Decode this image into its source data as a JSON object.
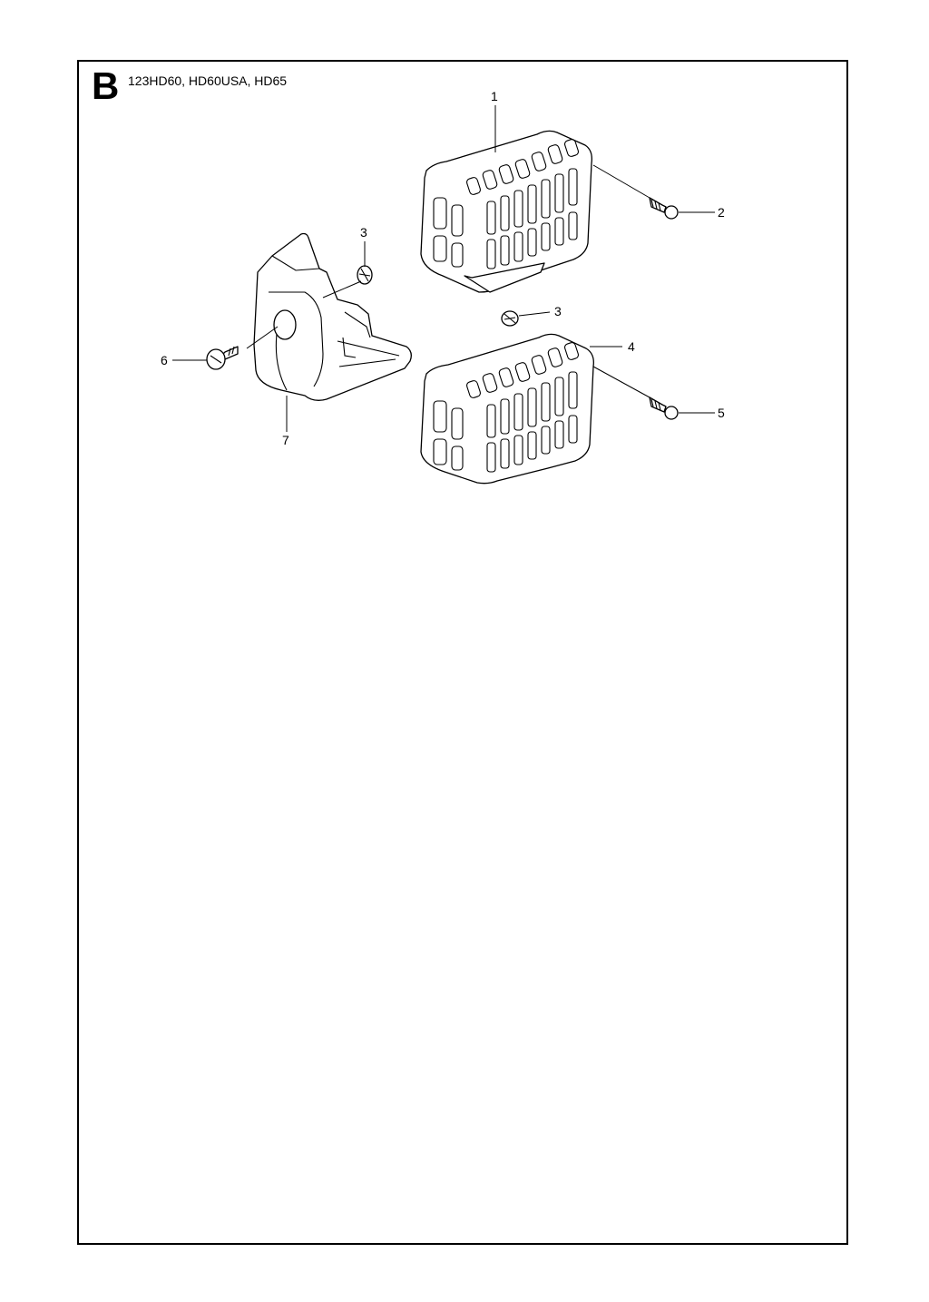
{
  "header": {
    "section_letter": "B",
    "models": "123HD60, HD60USA, HD65"
  },
  "callouts": {
    "c1": "1",
    "c2": "2",
    "c3a": "3",
    "c3b": "3",
    "c4": "4",
    "c5": "5",
    "c6": "6",
    "c7": "7"
  }
}
